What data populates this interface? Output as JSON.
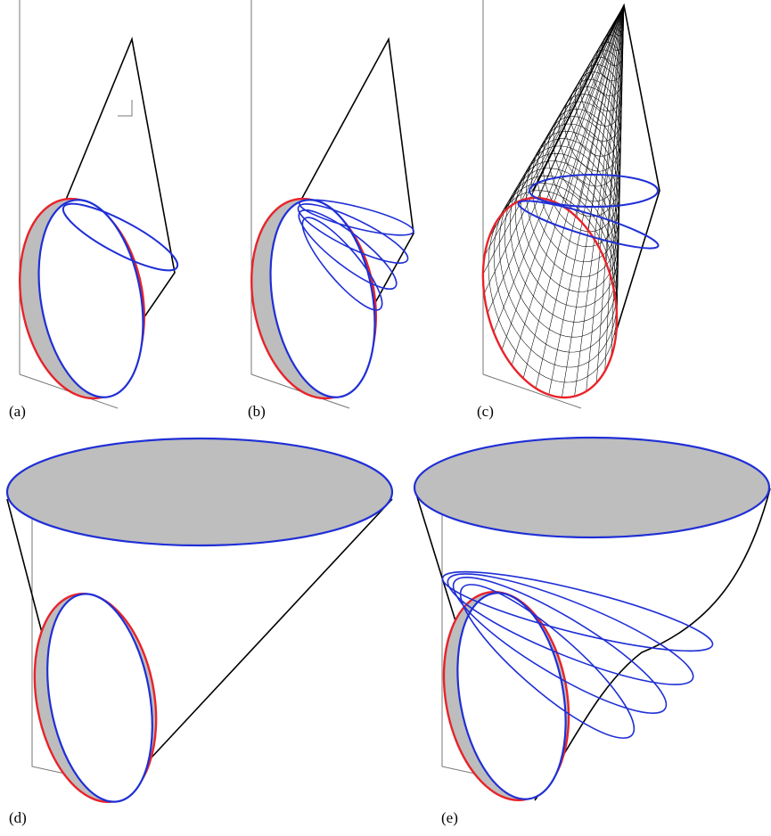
{
  "panels": [
    {
      "id": "a",
      "label": "(a)"
    },
    {
      "id": "b",
      "label": "(b)"
    },
    {
      "id": "c",
      "label": "(c)"
    },
    {
      "id": "d",
      "label": "(d)"
    },
    {
      "id": "e",
      "label": "(e)"
    }
  ],
  "colors": {
    "section_red": "#e8232a",
    "section_blue": "#1f2fd6",
    "shade_gray": "#bdbdbd",
    "edge_black": "#000000"
  }
}
